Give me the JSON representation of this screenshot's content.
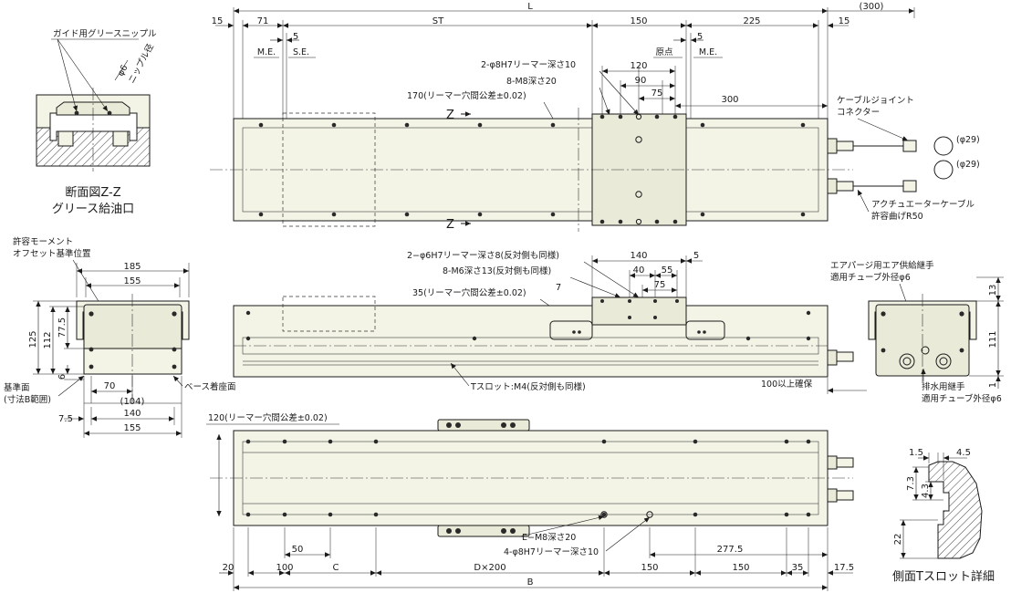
{
  "views": {
    "section": {
      "label_grease_nipple": "ガイド用グリースニップル",
      "label_phi6": "φ6",
      "label_nipple_dia": "ニップル径",
      "caption_line1": "断面図Z-Z",
      "caption_line2": "グリース給油口"
    },
    "top": {
      "dim_L": "L",
      "dim_300p": "(300)",
      "dim_15_left": "15",
      "dim_71": "71",
      "dim_ST": "ST",
      "dim_150": "150",
      "dim_225": "225",
      "dim_15_right": "15",
      "me_left": "M.E.",
      "se_left": "S.E.",
      "dim_5_left": "5",
      "origin": "原点",
      "dim_5_right": "5",
      "me_right": "M.E.",
      "note_reamer": "2-φ8H7リーマー深さ10",
      "dim_120": "120",
      "note_m8": "8-M8深さ20",
      "dim_90": "90",
      "dim_75": "75",
      "note_170": "170(リーマー穴間公差±0.02)",
      "dim_300": "300",
      "z_mark": "Z",
      "cable_joint_1": "ケーブルジョイント",
      "cable_joint_2": "コネクター",
      "phi29_a": "(φ29)",
      "phi29_b": "(φ29)",
      "actuator_cable_1": "アクチュエーターケーブル",
      "actuator_cable_2": "許容曲げR50"
    },
    "front": {
      "note_reamer": "2−φ6H7リーマー深さ8(反対側も同様)",
      "note_m6": "8-M6深さ13(反対側も同様)",
      "note_35": "35(リーマー穴間公差±0.02)",
      "dim_140": "140",
      "dim_5": "5",
      "dim_40": "40",
      "dim_55": "55",
      "dim_75": "75",
      "dim_7": "7",
      "tslot": "Tスロット:M4(反対側も同様)",
      "min100": "100以上確保"
    },
    "end_left": {
      "moment_1": "許容モーメント",
      "moment_2": "オフセット基準位置",
      "dim_185": "185",
      "dim_155_top": "155",
      "dim_125": "125",
      "dim_112": "112",
      "dim_77_5": "77.5",
      "dim_6": "6",
      "ref_1": "基準面",
      "ref_2": "(寸法B範囲)",
      "dim_70": "70",
      "dim_104": "(104)",
      "base_mount": "ベース着座面",
      "dim_7_5": "7.5",
      "dim_140": "140",
      "dim_155_bot": "155"
    },
    "end_right": {
      "air_purge_1": "エアパージ用エア供給継手",
      "air_purge_2": "適用チューブ外径φ6",
      "dim_13": "13",
      "dim_111": "111",
      "dim_1": "1",
      "drain_1": "排水用継手",
      "drain_2": "適用チューブ外径φ6"
    },
    "bottom": {
      "note_120": "120(リーマー穴間公差±0.02)",
      "note_m8": "E−M8深さ20",
      "note_reamer": "4-φ8H7リーマー深さ10",
      "dim_20": "20",
      "dim_100": "100",
      "dim_C": "C",
      "dim_Dx200": "D×200",
      "dim_150a": "150",
      "dim_150b": "150",
      "dim_35": "35",
      "dim_17_5": "17.5",
      "dim_50": "50",
      "dim_277_5": "277.5",
      "dim_B": "B"
    },
    "tslot_detail": {
      "dim_1_5": "1.5",
      "dim_4_5": "4.5",
      "dim_7_3": "7.3",
      "dim_4_3": "4.3",
      "dim_22": "22",
      "caption": "側面Tスロット詳細"
    }
  }
}
